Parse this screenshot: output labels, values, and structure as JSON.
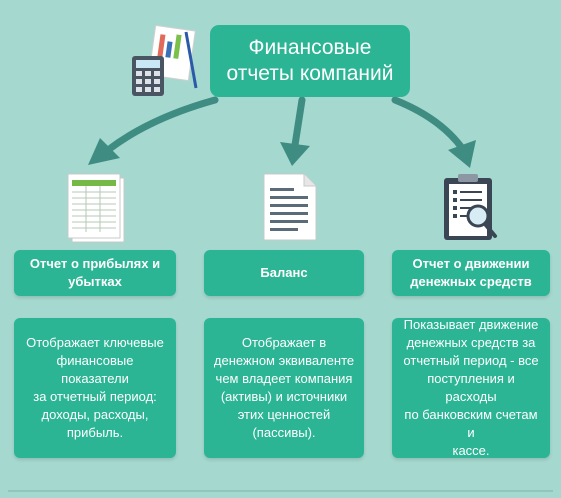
{
  "title": {
    "line1": "Финансовые",
    "line2": "отчеты компаний"
  },
  "columns": [
    {
      "header_line1": "Отчет о прибылях и",
      "header_line2": "убытках",
      "description": [
        "Отображает ключевые",
        "финансовые показатели",
        "за отчетный период:",
        "доходы, расходы,",
        "прибыль."
      ]
    },
    {
      "header_line1": "Баланс",
      "header_line2": "",
      "description": [
        "Отображает в",
        "денежном эквиваленте",
        "чем владеет компания",
        "(активы) и источники",
        "этих ценностей",
        "(пассивы)."
      ]
    },
    {
      "header_line1": "Отчет о движении",
      "header_line2": "денежных средств",
      "description": [
        "Показывает движение",
        "денежных средств за",
        "отчетный период - все",
        "поступления и расходы",
        "по банковским счетам и",
        "кассе."
      ]
    }
  ],
  "colors": {
    "background": "#a5d8cf",
    "box": "#2bb594",
    "arrow": "#3f8c83"
  },
  "icons": [
    "calculator-icon",
    "spreadsheet-icon",
    "document-icon",
    "clipboard-magnifier-icon"
  ]
}
